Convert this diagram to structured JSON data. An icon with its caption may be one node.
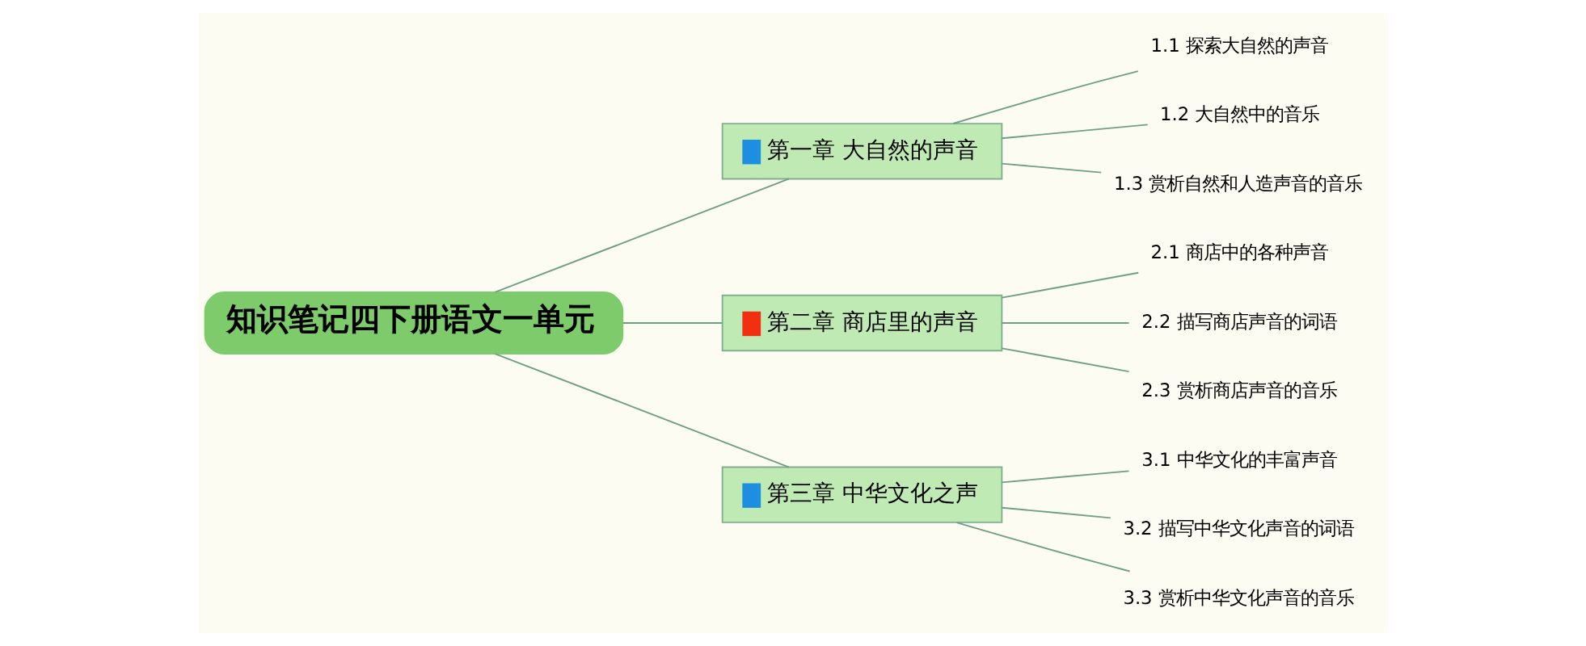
{
  "diagram": {
    "nodes": [
      {
        "text": [
          "知识笔记四下册语文一单元"
        ]
      },
      {
        "text": [
          "第一章 大自然的声音"
        ]
      },
      {
        "text": [
          "1.1 探索大自然的声音"
        ]
      },
      {
        "text": [
          "1.2 大自然中的音乐"
        ]
      },
      {
        "text": [
          "1.3 赏析自然和人造声音的音乐"
        ]
      },
      {
        "text": [
          "第二章 商店里的声音"
        ]
      },
      {
        "text": [
          "2.1 商店中的各种声音"
        ]
      },
      {
        "text": [
          "2.2 描写商店声音的词语"
        ]
      },
      {
        "text": [
          "2.3 赏析商店声音的音乐"
        ]
      },
      {
        "text": [
          "第三章 中华文化之声"
        ]
      },
      {
        "text": [
          "3.1 中华文化的丰富声音"
        ]
      },
      {
        "text": [
          "3.2 描写中华文化声音的词语"
        ]
      },
      {
        "text": [
          "3.3 赏析中华文化声音的音乐"
        ]
      }
    ],
    "edges": [
      {
        "from": 0,
        "to": 1,
        "arrow": "none"
      },
      {
        "from": 0,
        "to": 5,
        "arrow": "none"
      },
      {
        "from": 0,
        "to": 9,
        "arrow": "none"
      },
      {
        "from": 1,
        "to": 2,
        "arrow": "none"
      },
      {
        "from": 1,
        "to": 3,
        "arrow": "none"
      },
      {
        "from": 1,
        "to": 4,
        "arrow": "none"
      },
      {
        "from": 5,
        "to": 6,
        "arrow": "none"
      },
      {
        "from": 5,
        "to": 7,
        "arrow": "none"
      },
      {
        "from": 5,
        "to": 8,
        "arrow": "none"
      },
      {
        "from": 9,
        "to": 10,
        "arrow": "none"
      },
      {
        "from": 9,
        "to": 11,
        "arrow": "none"
      },
      {
        "from": 9,
        "to": 12,
        "arrow": "none"
      }
    ]
  }
}
